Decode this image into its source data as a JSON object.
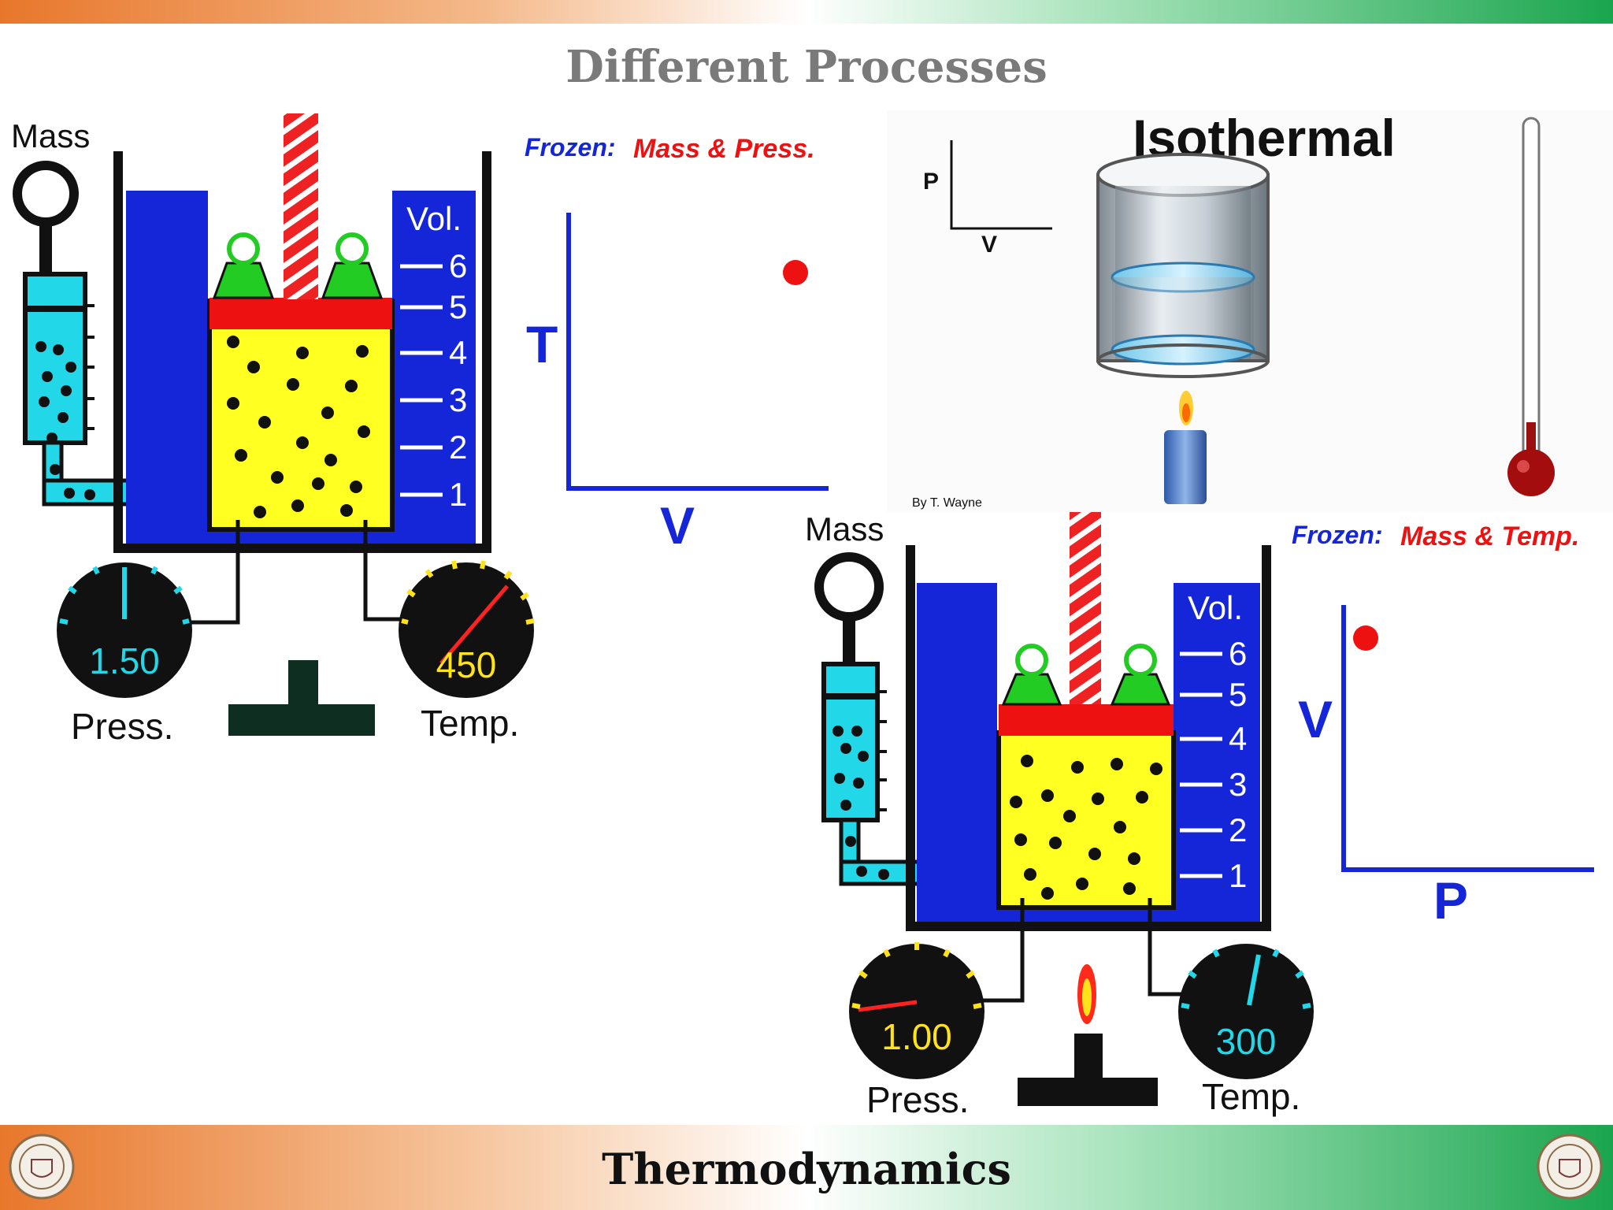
{
  "slide": {
    "title": "Different Processes",
    "footer": "Thermodynamics"
  },
  "panel_isobaric": {
    "mass_label": "Mass",
    "vol_label": "Vol.",
    "vol_ticks": [
      "6",
      "5",
      "4",
      "3",
      "2",
      "1"
    ],
    "pressure_value": "1.50",
    "pressure_label": "Press.",
    "temp_value": "450",
    "temp_label": "Temp.",
    "frozen_prefix": "Frozen:",
    "frozen_vars": "Mass & Press.",
    "y_axis": "T",
    "x_axis": "V"
  },
  "panel_isothermal_anim": {
    "title": "Isothermal",
    "p_label": "P",
    "v_label": "V",
    "credit": "By T. Wayne"
  },
  "panel_isothermal": {
    "mass_label": "Mass",
    "vol_label": "Vol.",
    "vol_ticks": [
      "6",
      "5",
      "4",
      "3",
      "2",
      "1"
    ],
    "pressure_value": "1.00",
    "pressure_label": "Press.",
    "temp_value": "300",
    "temp_label": "Temp.",
    "frozen_prefix": "Frozen:",
    "frozen_vars": "Mass & Temp.",
    "y_axis": "V",
    "x_axis": "P"
  },
  "colors": {
    "accent_orange": "#e8772b",
    "accent_green": "#1aa54e",
    "water_blue": "#1426d8",
    "gas_yellow": "#ffff22",
    "piston_red": "#ee1111",
    "gauge_cyan": "#22d8e8",
    "gauge_yellow": "#ffe21a"
  }
}
